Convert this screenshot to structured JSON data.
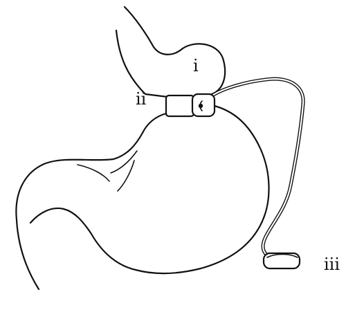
{
  "labels": {
    "pouch": "i",
    "band": "ii",
    "port": "iii"
  },
  "colors": {
    "ink": "#111111",
    "background": "#ffffff"
  }
}
